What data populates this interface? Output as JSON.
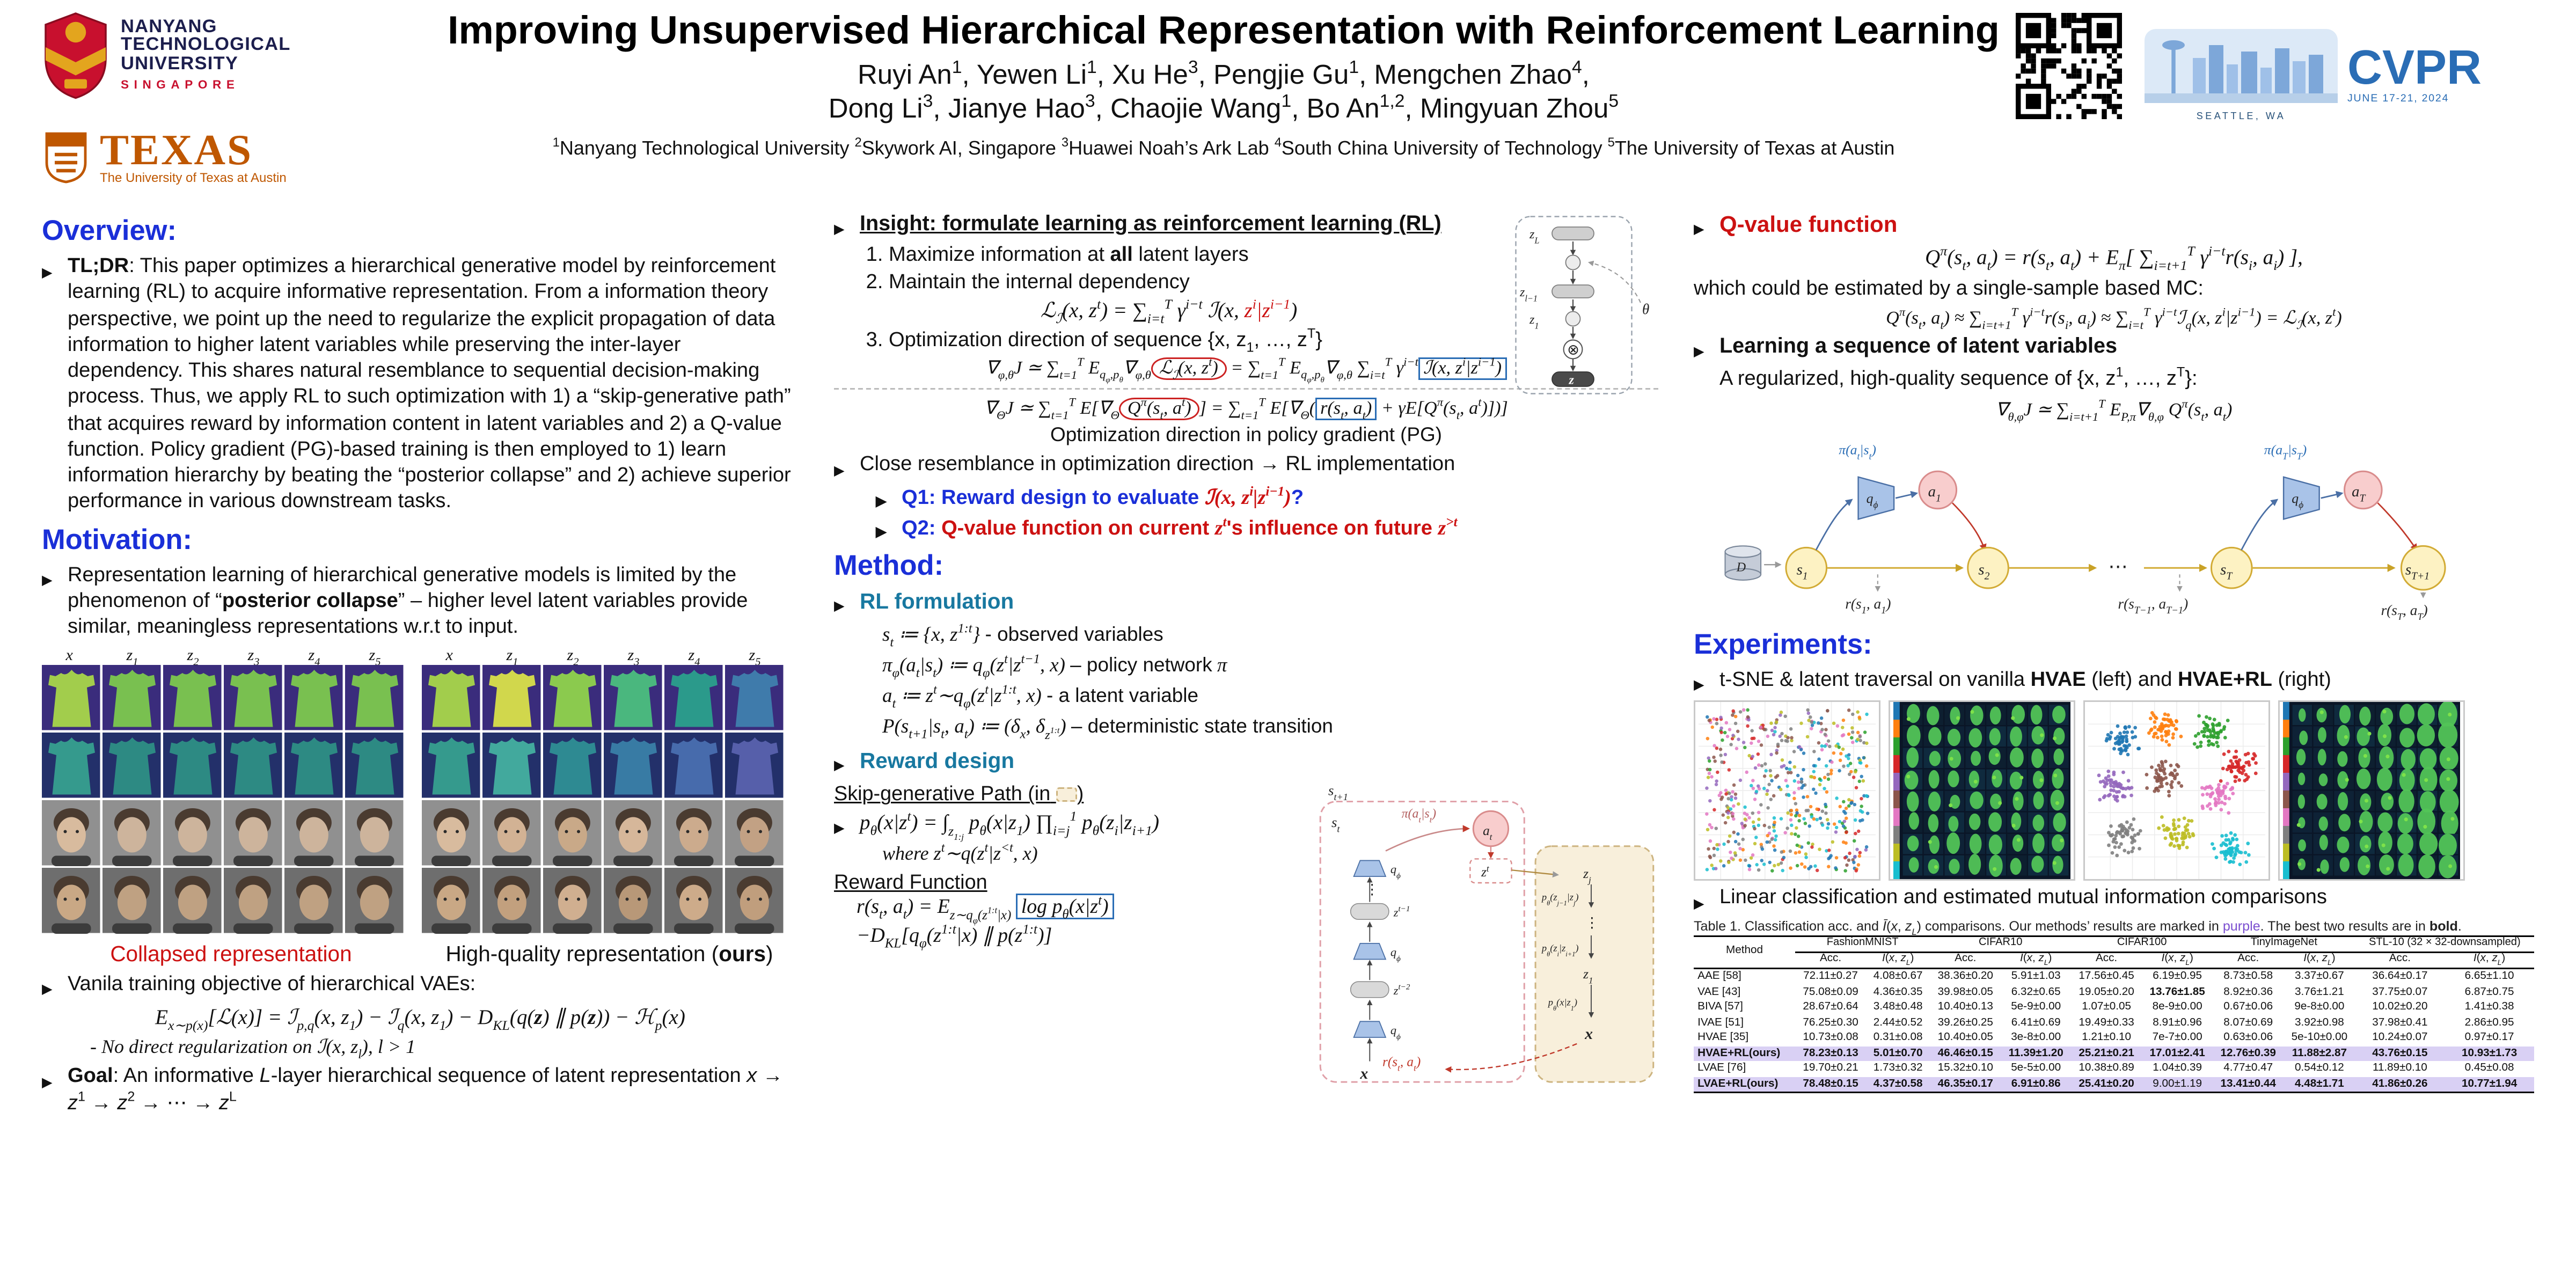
{
  "header": {
    "title": "Improving Unsupervised Hierarchical Representation with Reinforcement Learning",
    "authors_line1": "Ruyi An<sup>1</sup>, Yewen Li<sup>1</sup>, Xu He<sup>3</sup>, Pengjie Gu<sup>1</sup>, Mengchen Zhao<sup>4</sup>,",
    "authors_line2": "Dong Li<sup>3</sup>, Jianye Hao<sup>3</sup>, Chaojie Wang<sup>1</sup>, Bo An<sup>1,2</sup>, Mingyuan Zhou<sup>5</sup>",
    "affiliations": "<sup>1</sup>Nanyang Technological University <sup>2</sup>Skywork AI, Singapore <sup>3</sup>Huawei Noah&rsquo;s Ark Lab <sup>4</sup>South China University of Technology <sup>5</sup>The University of Texas at Austin",
    "ntu": {
      "line1": "NANYANG",
      "line2": "TECHNOLOGICAL",
      "line3": "UNIVERSITY",
      "line4": "SINGAPORE"
    },
    "texas": {
      "name": "TEXAS",
      "sub": "The University of Texas at Austin"
    },
    "cvpr": {
      "name": "CVPR",
      "city": "SEATTLE, WA",
      "dates": "JUNE 17-21, 2024"
    }
  },
  "overview": {
    "heading": "Overview:",
    "tldr": "<b>TL;DR</b>: This paper optimizes a hierarchical generative model by reinforcement learning (RL) to acquire informative representation. From a information theory perspective, we point up the need to regularize the explicit propagation of data information to higher latent variables while preserving the inter-layer dependency. This shares natural resemblance to sequential decision-making process. Thus, we apply RL to such optimization with 1) a &ldquo;skip-generative path&rdquo; that acquires reward by information content in latent variables and 2) a Q-value function. Policy gradient (PG)-based training is then employed to 1) learn information hierarchy by beating the &ldquo;posterior collapse&rdquo; and 2) achieve superior performance in various downstream tasks."
  },
  "motivation": {
    "heading": "Motivation:",
    "text": "Representation learning of hierarchical generative models is limited by the phenomenon of &ldquo;<b>posterior collapse</b>&rdquo; &ndash; higher level latent variables provide similar, meaningless representations w.r.t to input.",
    "panel_labels": [
      "x",
      "z_1",
      "z_2",
      "z_3",
      "z_4",
      "z_5"
    ],
    "caption_left": "Collapsed representation",
    "caption_right": "High-quality representation (<b>ours</b>)",
    "vanilla_bullet": "Vanila training objective of hierarchical VAEs:",
    "vanilla_eq": "E<sub>x&sim;p(x)</sub>[&#8466;(x)] = &#8464;<sub>p,q</sub>(x, z<sub>1</sub>) &minus; &#8464;<sub>q</sub>(x, z<sub>1</sub>) &minus; D<sub>KL</sub>(q(<b>z</b>) &#8741; p(<b>z</b>)) &minus; &#8459;<sub>p</sub>(x)",
    "vanilla_note": "- No direct regularization on &#8464;(x, z<sub>l</sub>), l &gt; 1",
    "goal": "<b>Goal</b>: An informative <i>L</i>-layer hierarchical sequence of latent representation <i>x</i> &rarr; <i>z</i><sup>1</sup> &rarr; <i>z</i><sup>2</sup> &rarr; &#8943; &rarr; <i>z</i><sup>L</sup>"
  },
  "insight": {
    "heading": "Insight: formulate learning as reinforcement learning (RL)",
    "item1": "Maximize information at <b>all</b> latent layers",
    "item2": "Maintain the internal dependency",
    "eq_LI": "&#8466;<sub>&#8464;</sub>(x, z<sup>t</sup>) = &sum;<sub>i=t</sub><sup>T</sup> &gamma;<sup>i&minus;t</sup> &#8464;(x, <span class='red'>z<sup>i</sup>|z<sup>i&minus;1</sup></span>)",
    "item3": "Optimization direction of sequence {x, z<sub>1</sub>, &hellip;, z<sup>T</sup>}",
    "eq_pg1": "&nabla;<sub>&phi;,&theta;</sub>J &#8771; &sum;<sub>t=1</sub><sup>T</sup> E<sub>q<sub>&phi;</sub>,p<sub>&theta;</sub></sub>&nabla;<sub>&phi;,&theta;</sub><span class='oval'>&#8466;<sub>&#8464;</sub>(x, z<sup>t</sup>)</span> = &sum;<sub>t=1</sub><sup>T</sup> E<sub>q<sub>&phi;</sub>,p<sub>&theta;</sub></sub>&nabla;<sub>&phi;,&theta;</sub> &sum;<sub>i=t</sub><sup>T</sup> &gamma;<sup>i&minus;t</sup><span class='bbox'>&#8464;(x, z<sup>i</sup>|z<sup>i&minus;1</sup>)</span>",
    "eq_pg2": "&nabla;<sub>&Theta;</sub>J &#8771; &sum;<sub>t=1</sub><sup>T</sup> E[&nabla;<sub>&Theta;</sub><span class='oval'>Q<sup>&pi;</sup>(s<sub>t</sub>, a<sup>t</sup>)</span>] = &sum;<sub>t=1</sub><sup>T</sup> E[&nabla;<sub>&Theta;</sub>(<span class='bbox'>r(s<sub>t</sub>, a<sub>t</sub>)</span> + &gamma;E[Q<sup>&pi;</sup>(s<sub>t</sub>, a<sup>t</sup>)])]",
    "pg_caption": "Optimization direction in policy gradient (PG)",
    "close_bullet": "Close resemblance in optimization direction &rarr;  RL implementation",
    "q1": "<span class='blue'>Q1: Reward design to evaluate <span class='red math'>&#8464;(x, z<sup>i</sup>|z<sup>i&minus;1</sup>)</span>?</span>",
    "q2": "<span class='blue'>Q2:</span> <span class='red'>Q-value function on current <span class='math'>z<sup>t</sup></span>'s influence on future <span class='math'>z<sup>&gt;t</sup></span></span>"
  },
  "method": {
    "heading": "Method:",
    "rl_heading": "RL formulation",
    "rl_lines": [
      "s<sub>t</sub> &#8788; {x, z<sup>1:t</sup>} <span class='up'>- observed variables</span>",
      "&pi;<sub>&phi;</sub>(a<sub>t</sub>|s<sub>t</sub>) &#8788; q<sub>&phi;</sub>(z<sup>t</sup>|z<sup>t&minus;1</sup>, x) <span class='up'>&ndash; policy network</span> &pi;",
      "a<sub>t</sub> &#8788; z<sup>t</sup>&sim;q<sub>&phi;</sub>(z<sup>t</sup>|z<sup>1:t</sup>, x) <span class='up'>- a latent variable</span>",
      "P(s<sub>t+1</sub>|s<sub>t</sub>, a<sub>t</sub>) &#8788; (&delta;<sub>x</sub>, &delta;<sub>z<sup>1:t</sup></sub>) <span class='up'>&ndash; deterministic state transition</span>"
    ],
    "reward_heading": "Reward design",
    "skip_label_pre": "Skip-generative Path (in",
    "skip_label_post": ")",
    "skip_eq": "p<sub>&theta;</sub>(x|z<sup>t</sup>) = &int;<sub>z<sub>1:j</sub></sub> p<sub>&theta;</sub>(x|z<sub>1</sub>) &prod;<sub>i=j</sub><sup>1</sup> p<sub>&theta;</sub>(z<sub>i</sub>|z<sub>i+1</sub>)",
    "skip_where": "where z<sup>t</sup>&sim;q(z<sup>t</sup>|z<sup>&lt;t</sup>, x)",
    "reward_fn_heading": "Reward Function",
    "reward_eq1": "r(s<sub>t</sub>, a<sub>t</sub>) = E<sub>z&sim;q<sub>&phi;</sub>(z<sup>1:t</sup>|x)</sub> <span class='bbox'>log p<sub>&theta;</sub>(x|z<sup>t</sup>)</span>",
    "reward_eq2": "&minus;D<sub>KL</sub>[q<sub>&phi;</sub>(z<sup>1:t</sup>|x) &#8741; p(z<sup>1:t</sup>)]"
  },
  "qvalue": {
    "heading": "Q-value function",
    "eq1": "Q<sup>&pi;</sup>(s<sub>t</sub>, a<sub>t</sub>) = r(s<sub>t</sub>, a<sub>t</sub>) + E<sub>&pi;</sub>[ &sum;<sub>i=t+1</sub><sup>T</sup> &gamma;<sup>i&minus;t</sup>r(s<sub>i</sub>, a<sub>i</sub>) ],",
    "mc_text": "which could be estimated by a single-sample based MC:",
    "eq2": "Q<sup>&pi;</sup>(s<sub>t</sub>, a<sub>t</sub>) &asymp; &sum;<sub>i=t+1</sub><sup>T</sup> &gamma;<sup>i&minus;t</sup>r(s<sub>i</sub>, a<sub>i</sub>) &asymp; &sum;<sub>i=t</sub><sup>T</sup> &gamma;<sup>i&minus;t</sup>&#8464;<sub>q</sub>(x, z<sup>i</sup>|z<sup>i&minus;1</sup>) = &#8466;<sub>&#8464;</sub>(x, z<sup>t</sup>)",
    "seq_heading": "Learning a sequence of latent variables",
    "seq_text": "A regularized, high-quality sequence of {x, z<sup>1</sup>, &hellip;, z<sup>T</sup>}:",
    "seq_eq": "&nabla;<sub>&theta;,&phi;</sub>J &#8771; &sum;<sub>i=t+1</sub><sup>T</sup> E<sub>P,&pi;</sub>&nabla;<sub>&theta;,&phi;</sub> Q<sup>&pi;</sup>(s<sub>t</sub>, a<sub>t</sub>)"
  },
  "experiments": {
    "heading": "Experiments:",
    "tsne_bullet": "t-SNE & latent traversal on vanilla <b>HVAE</b> (left) and <b>HVAE+RL</b> (right)",
    "linear_bullet": "Linear classification and estimated mutual information comparisons",
    "table_caption": "Table 1. Classification acc. and <i>&#298;</i>(<i>x</i>, <i>z<sub>L</sub></i>) comparisons. Our methods&rsquo; results are marked in <span class='purple'>purple</span>. The best two results are in <b>bold</b>.",
    "palette": [
      "#1f77b4",
      "#ff7f0e",
      "#2ca02c",
      "#d62728",
      "#9467bd",
      "#8c564b",
      "#e377c2",
      "#7f7f7f",
      "#bcbd22",
      "#17becf"
    ],
    "table": {
      "method_col": "Method",
      "groups": [
        "FashionMNIST",
        "CIFAR10",
        "CIFAR100",
        "TinyImageNet",
        "STL-10 (32 &times; 32-downsampled)"
      ],
      "sub_cols": [
        "Acc.",
        "<i>&#298;</i>(<i>x</i>, <i>z<sub>L</sub></i>)"
      ],
      "rows": [
        {
          "method": "AAE [58]",
          "cells": [
            "72.11±0.27",
            "4.08±0.67",
            "38.36±0.20",
            "5.91±1.03",
            "17.56±0.45",
            "6.19±0.95",
            "8.73±0.58",
            "3.37±0.67",
            "36.64±0.17",
            "6.65±1.10"
          ],
          "bold": [],
          "ours": false
        },
        {
          "method": "VAE [43]",
          "cells": [
            "75.08±0.09",
            "4.36±0.35",
            "39.98±0.05",
            "6.32±0.65",
            "19.05±0.20",
            "13.76±1.85",
            "8.92±0.36",
            "3.76±1.21",
            "37.75±0.07",
            "6.87±0.75"
          ],
          "bold": [
            5
          ],
          "ours": false
        },
        {
          "method": "BIVA [57]",
          "cells": [
            "28.67±0.64",
            "3.48±0.48",
            "10.40±0.13",
            "5e-9±0.00",
            "1.07±0.05",
            "8e-9±0.00",
            "0.67±0.06",
            "9e-8±0.00",
            "10.02±0.20",
            "1.41±0.38"
          ],
          "bold": [],
          "ours": false
        },
        {
          "method": "IVAE [51]",
          "cells": [
            "76.25±0.30",
            "2.44±0.52",
            "39.26±0.25",
            "6.41±0.69",
            "19.49±0.33",
            "8.91±0.96",
            "8.07±0.69",
            "3.92±0.98",
            "37.98±0.41",
            "2.86±0.95"
          ],
          "bold": [],
          "ours": false
        },
        {
          "method": "HVAE [35]",
          "cells": [
            "10.73±0.08",
            "0.31±0.08",
            "10.40±0.05",
            "3e-8±0.00",
            "1.21±0.10",
            "7e-7±0.00",
            "0.63±0.06",
            "5e-10±0.00",
            "10.24±0.07",
            "0.97±0.17"
          ],
          "bold": [],
          "ours": false
        },
        {
          "method": "HVAE+RL(ours)",
          "cells": [
            "78.23±0.13",
            "5.01±0.70",
            "46.46±0.15",
            "11.39±1.20",
            "25.21±0.21",
            "17.01±2.41",
            "12.76±0.39",
            "11.88±2.87",
            "43.76±0.15",
            "10.93±1.73"
          ],
          "bold": [
            0,
            1,
            2,
            3,
            4,
            5,
            6,
            7,
            8,
            9
          ],
          "ours": true
        },
        {
          "method": "LVAE [76]",
          "cells": [
            "19.70±0.21",
            "1.73±0.32",
            "15.32±0.10",
            "5e-5±0.00",
            "10.38±0.89",
            "1.04±0.39",
            "4.77±0.47",
            "0.54±0.12",
            "11.89±0.10",
            "0.45±0.08"
          ],
          "bold": [],
          "ours": false
        },
        {
          "method": "LVAE+RL(ours)",
          "cells": [
            "78.48±0.15",
            "4.37±0.58",
            "46.35±0.17",
            "6.91±0.86",
            "25.41±0.20",
            "9.00±1.19",
            "13.41±0.44",
            "4.48±1.71",
            "41.86±0.26",
            "10.77±1.94"
          ],
          "bold": [
            0,
            1,
            2,
            3,
            4,
            6,
            7,
            8,
            9
          ],
          "ours": true
        }
      ]
    }
  },
  "diagrams": {
    "ladder": {
      "zL": "z_L",
      "zl": "z_{l−1}",
      "z1": "z_1",
      "otimes": "⊗",
      "z": "z",
      "theta": "θ"
    },
    "skip": {
      "s_next": "s_{t+1}",
      "s_t": "s_t",
      "pi": "π(a_t|s_t)",
      "a_t": "a_t",
      "z_t": "z^t",
      "q1": "q_ϕ",
      "q2": "q_ϕ",
      "q3": "q_ϕ",
      "z_tm1": "z^{t−1}",
      "z_tm2": "z^{t−2}",
      "x_left": "x",
      "p1": "p_θ(z_{j−1}|z_j)",
      "p2": "p_θ(z_i|z_{i+1})",
      "p3": "p_θ(x|z_1)",
      "zj": "z_j",
      "z1": "z_1",
      "x_right": "x",
      "r": "r(s_t, a_t)",
      "vdots": "⋮"
    },
    "seq": {
      "pi1": "π(a_t|s_t)",
      "pi2": "π(a_T|s_T)",
      "q1": "q_ϕ",
      "q2": "q_ϕ",
      "a1": "a_1",
      "aT": "a_T",
      "s1": "s_1",
      "s2": "s_2",
      "sT": "s_T",
      "sT1": "s_{T+1}",
      "dots1": "⋯",
      "r1": "r(s_1, a_1)",
      "r2": "r(s_{T−1}, a_{T−1})",
      "r3": "r(s_T, a_T)",
      "db": "D"
    }
  },
  "panels": {
    "collapsed": {
      "rows": [
        {
          "kind": "dress",
          "bg": "#3a2c7c",
          "xfill": "#a8d64a",
          "fill": "#7cc84e"
        },
        {
          "kind": "dress",
          "bg": "#23306a",
          "xfill": "#37a08f",
          "fill": "#2e8f85"
        },
        {
          "kind": "face",
          "bg": "#909090",
          "xfill": "#d8bb9e",
          "fill": "#cdb49c"
        },
        {
          "kind": "face",
          "bg": "#6e6e6e",
          "xfill": "#c9a885",
          "fill": "#bfa182"
        }
      ]
    },
    "ours": {
      "rows": [
        {
          "kind": "dress",
          "bg": "#3a2c7c",
          "fills": [
            "#a8d64a",
            "#d9e04a",
            "#8fd34c",
            "#4bbf7e",
            "#2aa08c",
            "#3f7fae"
          ]
        },
        {
          "kind": "dress",
          "bg": "#23306a",
          "fills": [
            "#37a08f",
            "#45b0a0",
            "#2f8f95",
            "#3a7fa8",
            "#4a6fb0",
            "#5a62ae"
          ]
        },
        {
          "kind": "face",
          "bg": "#909090",
          "fills": [
            "#d8bb9e",
            "#d2b294",
            "#c9a988",
            "#d6b79a",
            "#ccab8d",
            "#c2a184"
          ]
        },
        {
          "kind": "face",
          "bg": "#6e6e6e",
          "fills": [
            "#c9a885",
            "#c2a07e",
            "#d0af90",
            "#b89878",
            "#cdab8a",
            "#c09e7d"
          ]
        }
      ]
    }
  }
}
